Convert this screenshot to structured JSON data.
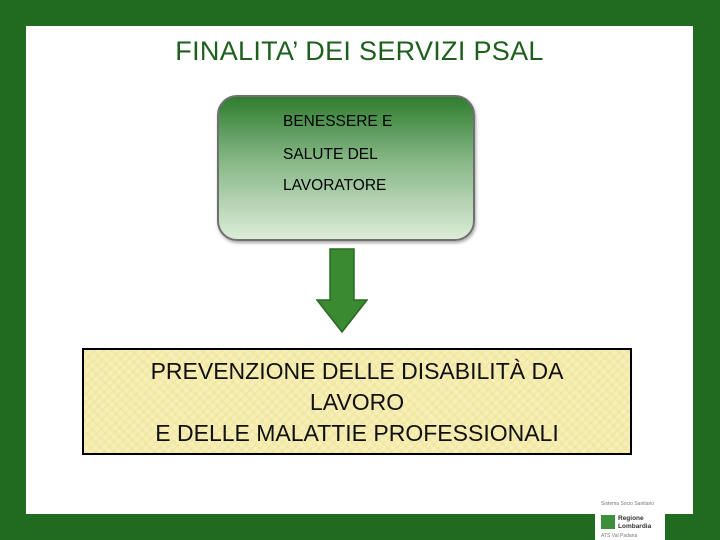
{
  "slide": {
    "title": "FINALITA’ DEI SERVIZI PSAL",
    "top_box": {
      "line1": "BENESSERE E",
      "line2": "SALUTE DEL",
      "line3": "LAVORATORE"
    },
    "bottom_box": {
      "line1": "PREVENZIONE DELLE DISABILITÀ DA",
      "line2": "LAVORO",
      "line3": "E DELLE MALATTIE PROFESSIONALI"
    },
    "logo": {
      "top_text": "Sistema Socio Sanitario",
      "name_line1": "Regione",
      "name_line2": "Lombardia",
      "bottom_text": "ATS Val Padana"
    }
  },
  "colors": {
    "frame": "#1f6b1f",
    "title": "#1e5f1e",
    "arrow": "#3a8a32",
    "bottom_box_fill": "#f7efb4"
  },
  "icons": [
    "down-arrow-icon",
    "regione-lombardia-logo"
  ]
}
